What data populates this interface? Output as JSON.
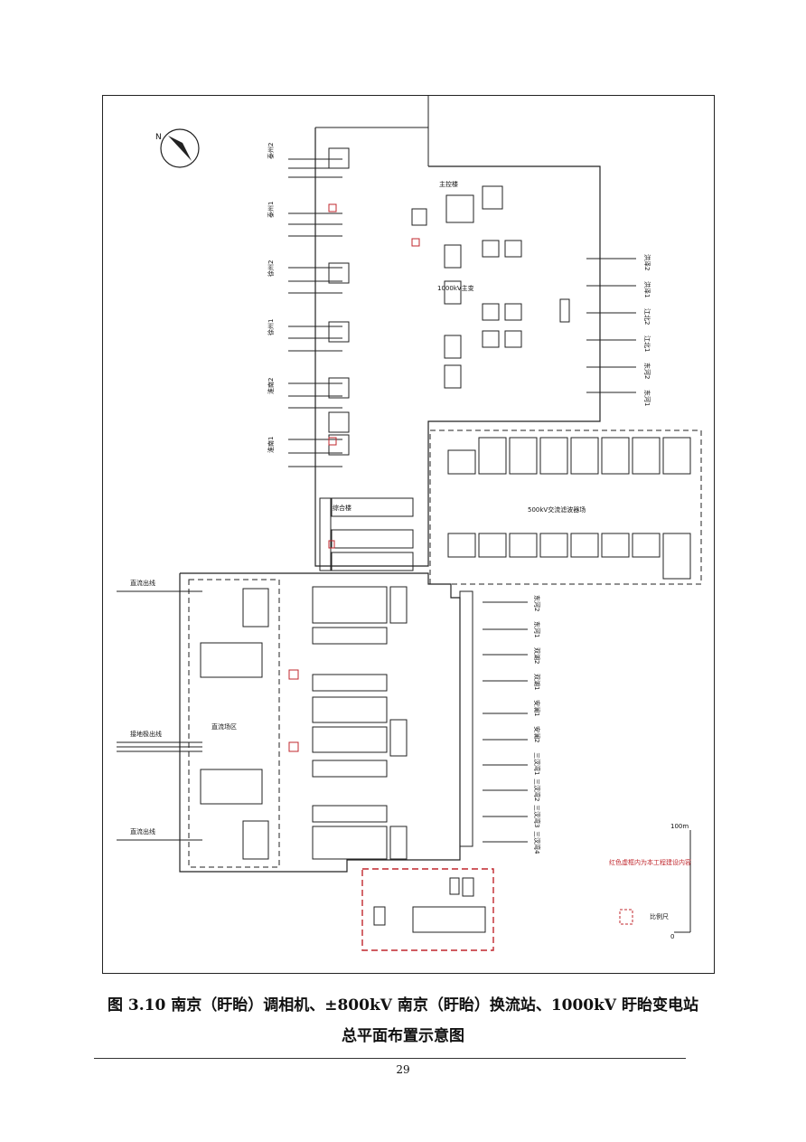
{
  "figure": {
    "caption_line1": "图 3.10 南京（盱眙）调相机、±800kV 南京（盱眙）换流站、1000kV 盱眙变电站",
    "caption_line2": "总平面布置示意图",
    "page_number": "29"
  },
  "plan": {
    "feeders_top": [
      "泰州2",
      "泰州1",
      "徐州2",
      "徐州1",
      "淮南2",
      "淮南1"
    ],
    "feeders_right_top": [
      "洪泽2",
      "洪泽1",
      "江北2",
      "江北1",
      "东河2",
      "东河1"
    ],
    "feeders_right_bottom": [
      "东河2",
      "东河1",
      "双湖2",
      "双湖1",
      "安澜1",
      "安澜2",
      "三汊湾1",
      "三汊湾2",
      "三汊湾3",
      "三汊湾4"
    ],
    "left_outlets": [
      "直流出线",
      "接地极出线",
      "直流出线"
    ],
    "labels": {
      "main_building": "主控楼",
      "transformer_area_label": "1000kV主变",
      "dc_yard": "直流场区",
      "gis_label": "500kV交流滤波器场",
      "service_label": "综合楼"
    },
    "legend": {
      "scale_label": "比例尺",
      "scale_zero": "0",
      "scale_max": "100m",
      "red_box_note": "红色虚框内为本工程建设内容"
    },
    "colors": {
      "line": "#222222",
      "accent_red": "#c0272d"
    }
  }
}
